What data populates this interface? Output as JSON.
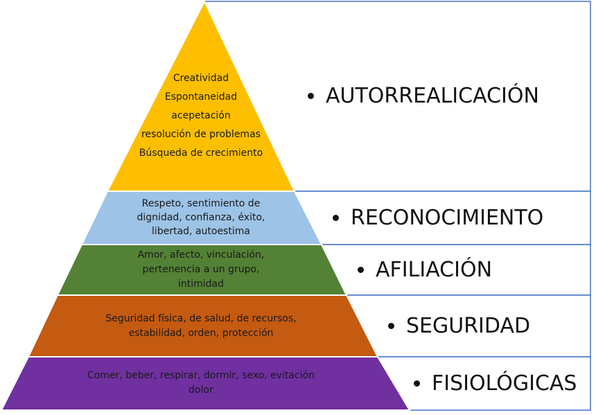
{
  "diagram": {
    "type": "pyramid",
    "levels": [
      {
        "key": "autorrealizacion",
        "label": "AUTORREALICACIÓN",
        "color": "#FDBF00",
        "lines": [
          "Creatividad",
          "Espontaneidad",
          "acepetación",
          "resolución de problemas",
          "Búsqueda de crecimiento"
        ]
      },
      {
        "key": "reconocimiento",
        "label": "RECONOCIMIENTO",
        "color": "#9DC3E6",
        "lines": [
          "Respeto, sentimiento de",
          "dignidad, confianza, éxito,",
          "libertad, autoestima"
        ]
      },
      {
        "key": "afiliacion",
        "label": "AFILIACIÓN",
        "color": "#538135",
        "lines": [
          "Amor, afecto, vinculación,",
          "pertenencia a un grupo,",
          "intimidad"
        ]
      },
      {
        "key": "seguridad",
        "label": "SEGURIDAD",
        "color": "#C55A11",
        "lines": [
          "Seguridad física, de salud, de recursos,",
          "estabilidad, orden, protección"
        ]
      },
      {
        "key": "fisiologicas",
        "label": "FISIOLÓGICAS",
        "color": "#7030A0",
        "lines": [
          "Comer, beber, respirar, dormir, sexo, evitación",
          "dolor"
        ]
      }
    ],
    "border_color": "#4472C4"
  }
}
